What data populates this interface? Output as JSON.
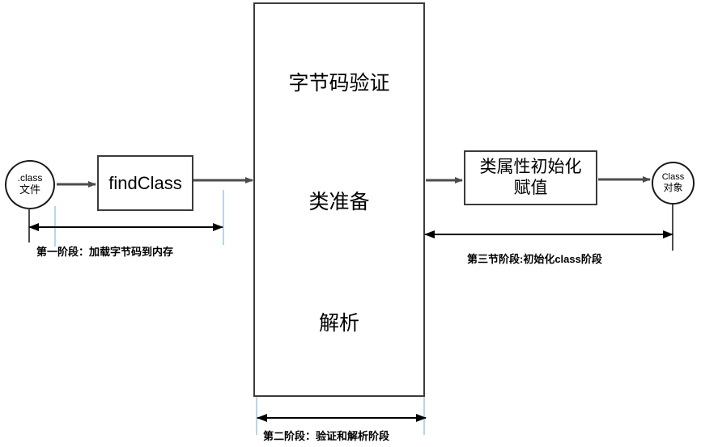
{
  "diagram": {
    "title": "Java class loading phases diagram",
    "colors": {
      "box_border": "#3b3b3b",
      "circle_border": "#1a1a1a",
      "arrow": "#4d4d4d",
      "measure_arrow": "#000000",
      "guide_line": "#b6d7e8",
      "background": "#ffffff"
    },
    "nodes": {
      "class_file": {
        "line1": ".class",
        "line2": "文件"
      },
      "find_class": {
        "label": "findClass"
      },
      "center_box": {
        "stage1": "字节码验证",
        "stage2": "类准备",
        "stage3": "解析"
      },
      "init_box": {
        "line1": "类属性初始化",
        "line2": "赋值"
      },
      "class_object": {
        "line1": "Class",
        "line2": "对象"
      }
    },
    "phase_labels": {
      "phase1": "第一阶段：加载字节码到内存",
      "phase2": "第二阶段：验证和解析阶段",
      "phase3": "第三节阶段:初始化class阶段"
    }
  }
}
